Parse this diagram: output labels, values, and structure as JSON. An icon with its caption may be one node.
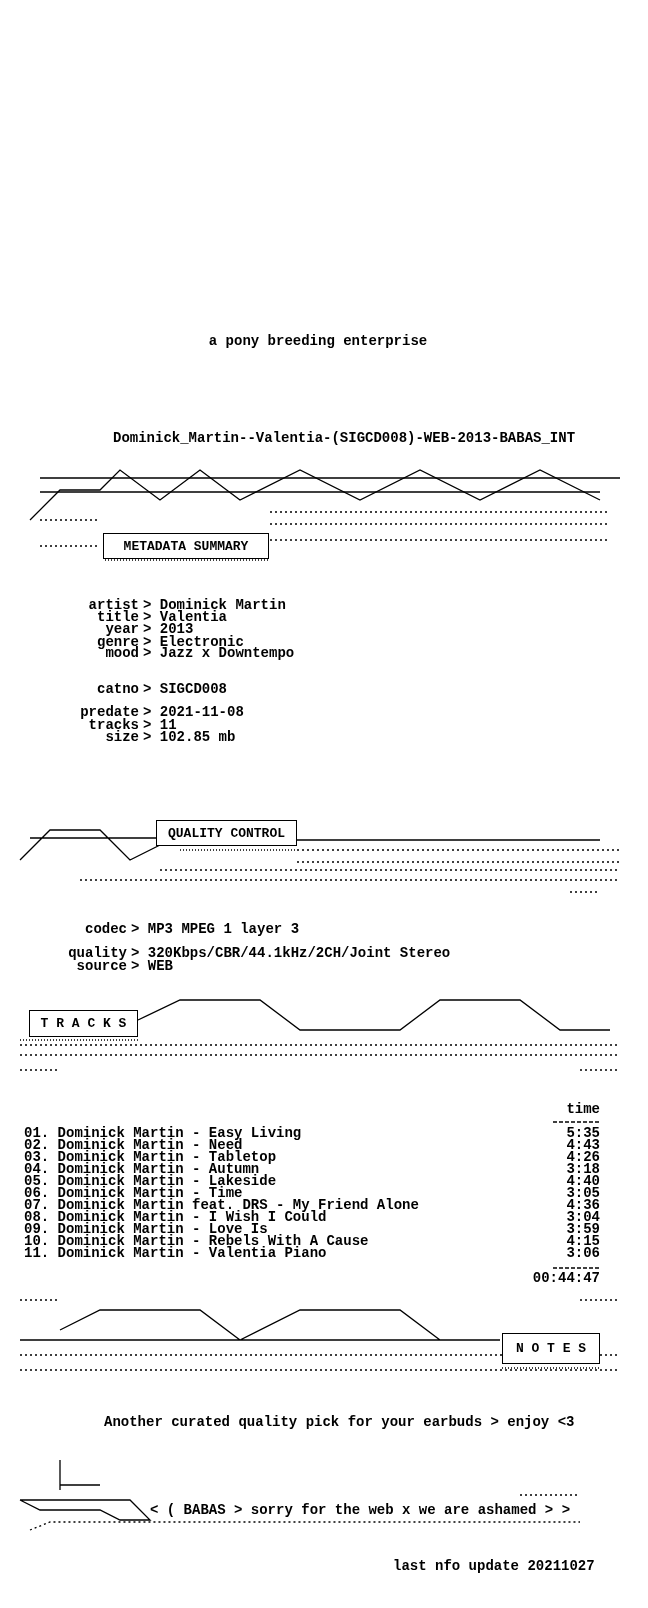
{
  "diagram": {
    "nodes": [
      {
        "text": [
          "METADATA SUMMARY"
        ]
      },
      {
        "text": [
          "QUALITY CONTROL"
        ]
      },
      {
        "text": [
          "T R A C K S"
        ]
      },
      {
        "text": [
          "N O T E S"
        ]
      }
    ],
    "labels": [
      "a pony breeding enterprise",
      "Dominick_Martin--Valentia-(SIGCD008)-WEB-2013-BABAS_INT",
      "artist",
      "> Dominick Martin",
      "title",
      "> Valentia",
      "year",
      "> 2013",
      "genre",
      "> Electronic",
      "mood",
      "> Jazz x Downtempo",
      "catno",
      "> SIGCD008",
      "predate",
      "> 2021-11-08",
      "tracks",
      "> 11",
      "size",
      "> 102.85 mb",
      "codec",
      "> MP3 MPEG 1 layer 3",
      "quality",
      "> 320Kbps/CBR/44.1kHz/2CH/Joint Stereo",
      "source",
      "> WEB",
      "time",
      "01. Dominick Martin - Easy Living",
      "5:35",
      "02. Dominick Martin - Need",
      "4:43",
      "03. Dominick Martin - Tabletop",
      "4:26",
      "04. Dominick Martin - Autumn",
      "3:18",
      "05. Dominick Martin - Lakeside",
      "4:40",
      "06. Dominick Martin - Time",
      "3:05",
      "07. Dominick Martin feat. DRS - My Friend Alone",
      "4:36",
      "08. Dominick Martin - I Wish I Could",
      "3:04",
      "09. Dominick Martin - Love Is",
      "3:59",
      "10. Dominick Martin - Rebels With A Cause",
      "4:15",
      "11. Dominick Martin - Valentia Piano",
      "3:06",
      "00:44:47",
      "Another curated quality pick for your earbuds > enjoy <3",
      "< ( BABAS > sorry for the web x we are ashamed > >",
      "last nfo update 20211027"
    ]
  }
}
